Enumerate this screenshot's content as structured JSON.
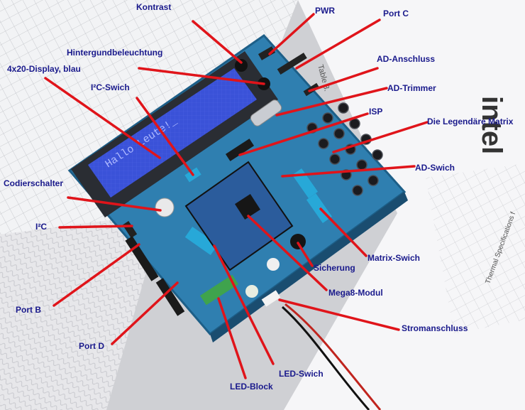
{
  "photo": {
    "lcd_text": "Hallo Leute!_",
    "paper_heading": "Table 3.",
    "paper_logo": "intel",
    "paper_caption": "Thermal Specifications f"
  },
  "colors": {
    "label_text": "#1a1a8c",
    "pointer_line": "#e0141a",
    "pcb": "#2f7fb0",
    "lcd": "#3a52d8"
  },
  "labels": {
    "kontrast": "Kontrast",
    "pwr": "PWR",
    "port_c": "Port C",
    "hintergrund": "Hintergundbeleuchtung",
    "ad_anschluss": "AD-Anschluss",
    "display": "4x20-Display, blau",
    "i2c_swich": "I²C-Swich",
    "ad_trimmer": "AD-Trimmer",
    "isp": "ISP",
    "matrix": "Die Legendäre Matrix",
    "ad_swich": "AD-Swich",
    "codierschalter": "Codierschalter",
    "i2c": "I²C",
    "matrix_swich": "Matrix-Swich",
    "sicherung": "Sicherung",
    "port_b": "Port B",
    "mega8": "Mega8-Modul",
    "stromanschluss": "Stromanschluss",
    "port_d": "Port D",
    "led_swich": "LED-Swich",
    "led_block": "LED-Block"
  }
}
